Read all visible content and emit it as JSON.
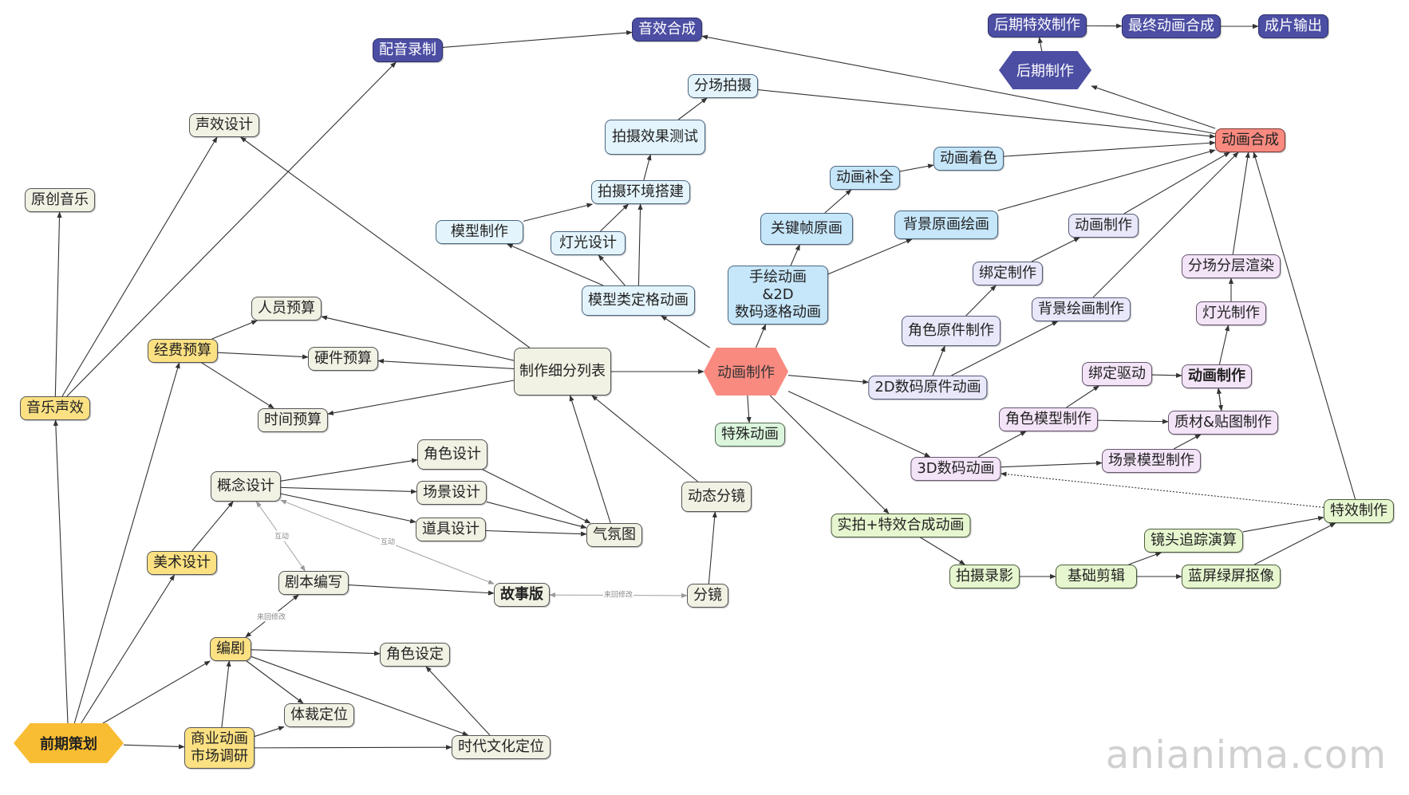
{
  "nodes": {
    "pre_planning": {
      "label": "前期策划",
      "group": "hex-yellow"
    },
    "music_sfx": {
      "label": "音乐声效",
      "group": "yellow"
    },
    "original_music": {
      "label": "原创音乐",
      "group": "beige"
    },
    "sound_design": {
      "label": "声效设计",
      "group": "beige"
    },
    "dubbing": {
      "label": "配音录制",
      "group": "navy"
    },
    "audio_mix": {
      "label": "音效合成",
      "group": "navy"
    },
    "budget": {
      "label": "经费预算",
      "group": "yellow"
    },
    "staff_budget": {
      "label": "人员预算",
      "group": "beige"
    },
    "hardware_budget": {
      "label": "硬件预算",
      "group": "beige"
    },
    "time_budget": {
      "label": "时间预算",
      "group": "beige"
    },
    "breakdown": {
      "label": "制作细分列表",
      "group": "beige"
    },
    "concept_design": {
      "label": "概念设计",
      "group": "beige"
    },
    "character_design": {
      "label": "角色设计",
      "group": "beige"
    },
    "scene_design": {
      "label": "场景设计",
      "group": "beige"
    },
    "prop_design": {
      "label": "道具设计",
      "group": "beige"
    },
    "mood_board": {
      "label": "气氛图",
      "group": "beige"
    },
    "art_design": {
      "label": "美术设计",
      "group": "yellow"
    },
    "script_writing": {
      "label": "剧本编写",
      "group": "beige"
    },
    "storyboard_panel": {
      "label": "故事版",
      "group": "beige"
    },
    "storyboard": {
      "label": "分镜",
      "group": "beige"
    },
    "animatic": {
      "label": "动态分镜",
      "group": "beige"
    },
    "screenwriting": {
      "label": "编剧",
      "group": "yellow"
    },
    "character_setting": {
      "label": "角色设定",
      "group": "beige"
    },
    "genre": {
      "label": "体裁定位",
      "group": "beige"
    },
    "market_research": {
      "label": "商业动画\n市场调研",
      "group": "yellow"
    },
    "era_culture": {
      "label": "时代文化定位",
      "group": "beige"
    },
    "model_making": {
      "label": "模型制作",
      "group": "ice"
    },
    "lighting_design": {
      "label": "灯光设计",
      "group": "ice"
    },
    "stop_motion": {
      "label": "模型类定格动画",
      "group": "ice"
    },
    "set_building": {
      "label": "拍摄环境搭建",
      "group": "ice"
    },
    "shoot_test": {
      "label": "拍摄效果测试",
      "group": "ice"
    },
    "scene_shoot": {
      "label": "分场拍摄",
      "group": "ice"
    },
    "animation_production": {
      "label": "动画制作",
      "group": "hex-salmon"
    },
    "special_animation": {
      "label": "特殊动画",
      "group": "mint"
    },
    "hand_drawn": {
      "label": "手绘动画&2D\n数码逐格动画",
      "group": "sky"
    },
    "keyframes": {
      "label": "关键帧原画",
      "group": "sky"
    },
    "inbetween": {
      "label": "动画补全",
      "group": "sky"
    },
    "coloring": {
      "label": "动画着色",
      "group": "sky"
    },
    "bg_painting": {
      "label": "背景原画绘画",
      "group": "sky"
    },
    "digital_2d": {
      "label": "2D数码原件动画",
      "group": "peri"
    },
    "char_parts": {
      "label": "角色原件制作",
      "group": "peri"
    },
    "rigging_2d": {
      "label": "绑定制作",
      "group": "peri"
    },
    "bg_paint_2d": {
      "label": "背景绘画制作",
      "group": "peri"
    },
    "animating_2d": {
      "label": "动画制作",
      "group": "peri"
    },
    "compositing": {
      "label": "动画合成",
      "group": "salmon"
    },
    "post_production": {
      "label": "后期制作",
      "group": "hex-navy"
    },
    "post_vfx": {
      "label": "后期特效制作",
      "group": "navy"
    },
    "final_comp": {
      "label": "最终动画合成",
      "group": "navy"
    },
    "output": {
      "label": "成片输出",
      "group": "navy"
    },
    "digital_3d": {
      "label": "3D数码动画",
      "group": "lilac"
    },
    "char_model": {
      "label": "角色模型制作",
      "group": "lilac"
    },
    "rig_drive": {
      "label": "绑定驱动",
      "group": "lilac"
    },
    "animating_3d": {
      "label": "动画制作",
      "group": "lilac"
    },
    "texturing": {
      "label": "质材&贴图制作",
      "group": "lilac"
    },
    "scene_model": {
      "label": "场景模型制作",
      "group": "lilac"
    },
    "lighting_3d": {
      "label": "灯光制作",
      "group": "lilac"
    },
    "render_layers": {
      "label": "分场分层渲染",
      "group": "lilac"
    },
    "live_vfx": {
      "label": "实拍+特效合成动画",
      "group": "lime"
    },
    "filming": {
      "label": "拍摄录影",
      "group": "lime"
    },
    "basic_edit": {
      "label": "基础剪辑",
      "group": "lime"
    },
    "camera_track": {
      "label": "镜头追踪演算",
      "group": "lime"
    },
    "keying": {
      "label": "蓝屏绿屏抠像",
      "group": "lime"
    },
    "vfx": {
      "label": "特效制作",
      "group": "lime"
    }
  },
  "edges": [
    [
      "pre_planning",
      "music_sfx"
    ],
    [
      "pre_planning",
      "art_design"
    ],
    [
      "pre_planning",
      "budget"
    ],
    [
      "pre_planning",
      "screenwriting"
    ],
    [
      "pre_planning",
      "market_research"
    ],
    [
      "music_sfx",
      "original_music"
    ],
    [
      "music_sfx",
      "sound_design"
    ],
    [
      "music_sfx",
      "dubbing"
    ],
    [
      "dubbing",
      "audio_mix"
    ],
    [
      "budget",
      "staff_budget"
    ],
    [
      "budget",
      "hardware_budget"
    ],
    [
      "budget",
      "time_budget"
    ],
    [
      "breakdown",
      "staff_budget"
    ],
    [
      "breakdown",
      "hardware_budget"
    ],
    [
      "breakdown",
      "time_budget"
    ],
    [
      "breakdown",
      "sound_design"
    ],
    [
      "breakdown",
      "animation_production"
    ],
    [
      "mood_board",
      "breakdown"
    ],
    [
      "animatic",
      "breakdown"
    ],
    [
      "art_design",
      "concept_design"
    ],
    [
      "concept_design",
      "character_design"
    ],
    [
      "concept_design",
      "scene_design"
    ],
    [
      "concept_design",
      "prop_design"
    ],
    [
      "character_design",
      "mood_board"
    ],
    [
      "scene_design",
      "mood_board"
    ],
    [
      "prop_design",
      "mood_board"
    ],
    [
      "script_writing",
      "storyboard_panel"
    ],
    [
      "storyboard",
      "animatic"
    ],
    [
      "market_research",
      "screenwriting"
    ],
    [
      "market_research",
      "genre"
    ],
    [
      "market_research",
      "era_culture"
    ],
    [
      "screenwriting",
      "character_setting"
    ],
    [
      "screenwriting",
      "genre"
    ],
    [
      "screenwriting",
      "era_culture"
    ],
    [
      "era_culture",
      "character_setting"
    ],
    [
      "animation_production",
      "stop_motion"
    ],
    [
      "animation_production",
      "hand_drawn"
    ],
    [
      "animation_production",
      "special_animation"
    ],
    [
      "animation_production",
      "digital_2d"
    ],
    [
      "animation_production",
      "digital_3d"
    ],
    [
      "animation_production",
      "live_vfx"
    ],
    [
      "stop_motion",
      "model_making"
    ],
    [
      "stop_motion",
      "lighting_design"
    ],
    [
      "stop_motion",
      "set_building"
    ],
    [
      "model_making",
      "set_building"
    ],
    [
      "lighting_design",
      "set_building"
    ],
    [
      "set_building",
      "shoot_test"
    ],
    [
      "shoot_test",
      "scene_shoot"
    ],
    [
      "scene_shoot",
      "compositing"
    ],
    [
      "hand_drawn",
      "keyframes"
    ],
    [
      "hand_drawn",
      "bg_painting"
    ],
    [
      "keyframes",
      "inbetween"
    ],
    [
      "inbetween",
      "coloring"
    ],
    [
      "coloring",
      "compositing"
    ],
    [
      "bg_painting",
      "compositing"
    ],
    [
      "digital_2d",
      "char_parts"
    ],
    [
      "digital_2d",
      "bg_paint_2d"
    ],
    [
      "char_parts",
      "rigging_2d"
    ],
    [
      "rigging_2d",
      "animating_2d"
    ],
    [
      "animating_2d",
      "compositing"
    ],
    [
      "bg_paint_2d",
      "compositing"
    ],
    [
      "digital_3d",
      "char_model"
    ],
    [
      "digital_3d",
      "scene_model"
    ],
    [
      "char_model",
      "rig_drive"
    ],
    [
      "char_model",
      "texturing"
    ],
    [
      "rig_drive",
      "animating_3d"
    ],
    [
      "scene_model",
      "texturing"
    ],
    [
      "texturing",
      "animating_3d"
    ],
    [
      "animating_3d",
      "texturing"
    ],
    [
      "animating_3d",
      "lighting_3d"
    ],
    [
      "lighting_3d",
      "render_layers"
    ],
    [
      "render_layers",
      "compositing"
    ],
    [
      "live_vfx",
      "filming"
    ],
    [
      "filming",
      "basic_edit"
    ],
    [
      "basic_edit",
      "camera_track"
    ],
    [
      "basic_edit",
      "keying"
    ],
    [
      "camera_track",
      "vfx"
    ],
    [
      "keying",
      "vfx"
    ],
    [
      "vfx",
      "compositing"
    ],
    [
      "compositing",
      "audio_mix"
    ],
    [
      "compositing",
      "post_production"
    ],
    [
      "post_production",
      "post_vfx"
    ],
    [
      "post_vfx",
      "final_comp"
    ],
    [
      "final_comp",
      "output"
    ]
  ],
  "special_edges": [
    {
      "from": "screenwriting",
      "to": "script_writing",
      "both": true,
      "style": "dark",
      "label": "来回修改"
    },
    {
      "from": "script_writing",
      "to": "concept_design",
      "both": true,
      "style": "light",
      "label": "互动"
    },
    {
      "from": "storyboard_panel",
      "to": "concept_design",
      "both": true,
      "style": "light",
      "label": "互动"
    },
    {
      "from": "storyboard_panel",
      "to": "storyboard",
      "both": true,
      "style": "light",
      "label": "来回修改"
    },
    {
      "from": "vfx",
      "to": "digital_3d",
      "both": false,
      "style": "dotted",
      "label": ""
    }
  ],
  "colors": {
    "beige": "#f1f1e4",
    "yellow": "#fce183",
    "hex_yellow": "#f9bd33",
    "navy": "#4c4ea3",
    "ice": "#e4f4fc",
    "sky": "#c6e6fa",
    "peri": "#e8e8fa",
    "lilac": "#f3e4f7",
    "mint": "#dcf6de",
    "lime": "#e6f6cf",
    "salmon": "#f98a80",
    "edge": "#333333"
  },
  "watermark": "anianima.com"
}
